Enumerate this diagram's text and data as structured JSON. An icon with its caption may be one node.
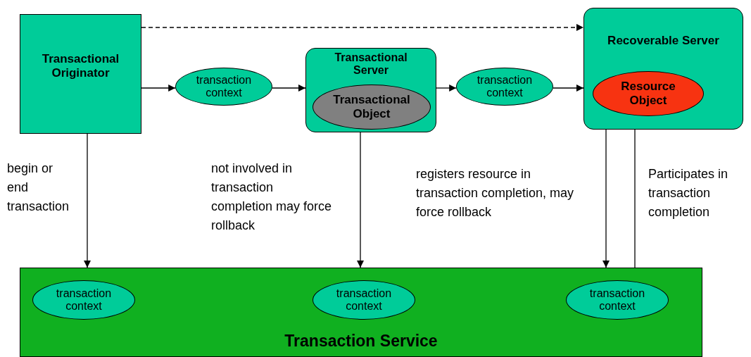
{
  "diagram": {
    "nodes": [
      {
        "text": [
          "Transactional Originator"
        ]
      },
      {
        "text": [
          "transaction context"
        ]
      },
      {
        "text": [
          "Transactional Server"
        ]
      },
      {
        "text": [
          "Transactional Object"
        ],
        "in": 2
      },
      {
        "text": [
          "transaction context"
        ]
      },
      {
        "text": [
          "Recoverable Server"
        ]
      },
      {
        "text": [
          "Resource Object"
        ],
        "in": 5
      },
      {
        "text": [
          "Transaction Service"
        ]
      },
      {
        "text": [
          "transaction context"
        ],
        "in": 7
      },
      {
        "text": [
          "transaction context"
        ],
        "in": 7
      },
      {
        "text": [
          "transaction context"
        ],
        "in": 7
      }
    ],
    "edges": [
      {
        "from": 0,
        "to": 5,
        "arrow": "to",
        "style": "dashed"
      },
      {
        "from": 0,
        "to": 1,
        "arrow": "to"
      },
      {
        "from": 1,
        "to": 2,
        "arrow": "to"
      },
      {
        "from": 2,
        "to": 4,
        "arrow": "to"
      },
      {
        "from": 4,
        "to": 5,
        "arrow": "to"
      },
      {
        "from": 0,
        "to": 7,
        "arrow": "to",
        "label": "begin or end transaction"
      },
      {
        "from": 2,
        "to": 7,
        "arrow": "to",
        "label": "not involved in transaction completion may force rollback"
      },
      {
        "from": 5,
        "to": 7,
        "arrow": "to",
        "label": "registers resource in transaction completion, may force rollback"
      },
      {
        "from": 7,
        "to": 6,
        "arrow": "to",
        "label": "Participates in transaction completion"
      }
    ]
  }
}
